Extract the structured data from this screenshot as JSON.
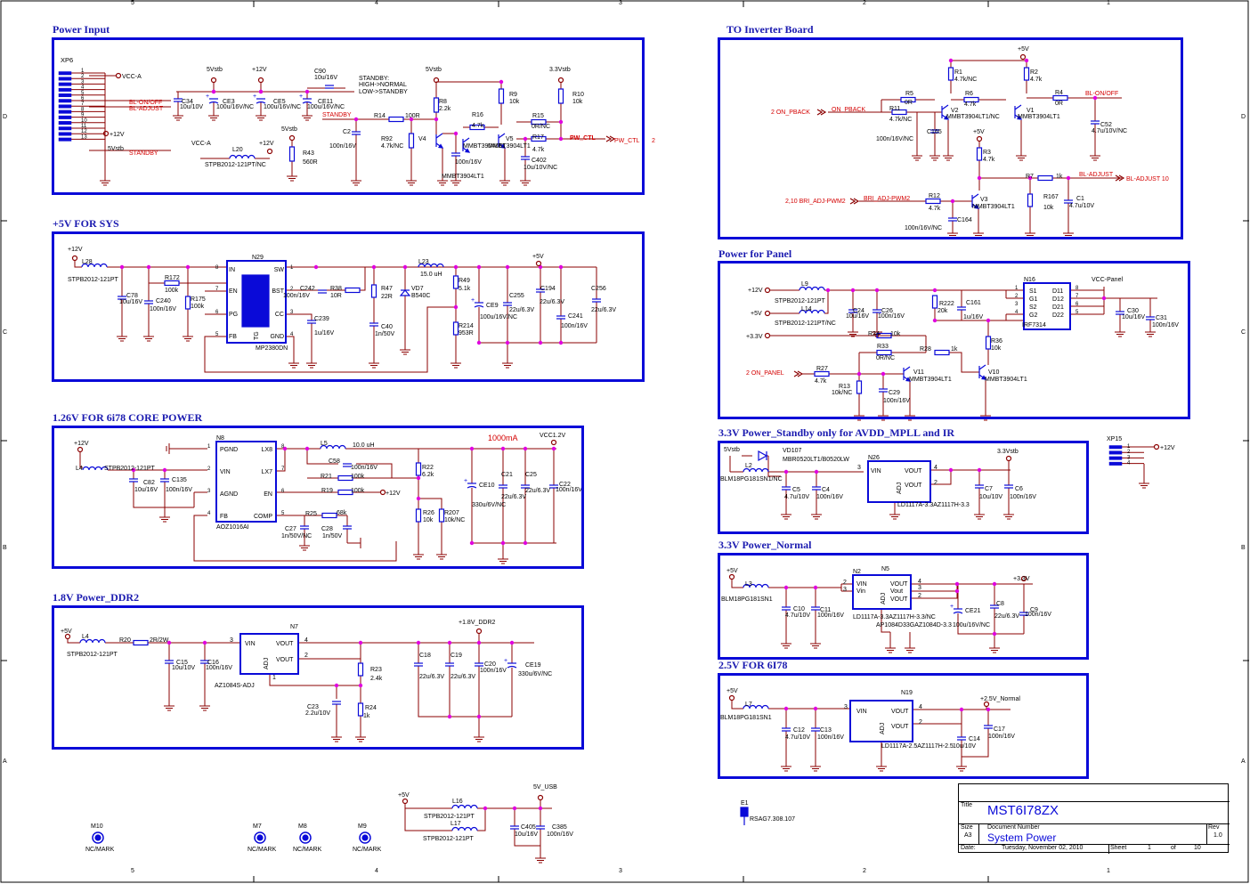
{
  "frame": {
    "col_labels": [
      "5",
      "4",
      "3",
      "2",
      "1"
    ],
    "row_labels": [
      "D",
      "C",
      "B",
      "A"
    ]
  },
  "sections": {
    "power_input": "Power Input",
    "inverter": "TO Inverter Board",
    "sys5v": "+5V FOR SYS",
    "panel": "Power for Panel",
    "core": "1.26V FOR 6i78 CORE POWER",
    "standby33": "3.3V Power_Standby only for AVDD_MPLL and IR",
    "normal33": "3.3V Power_Normal",
    "ddr2": "1.8V Power_DDR2",
    "v25": "2.5V FOR 6I78"
  },
  "power_input": {
    "conn": "XP6",
    "pins": [
      "1",
      "2",
      "3",
      "4",
      "5",
      "6",
      "7",
      "8",
      "9",
      "10",
      "11",
      "12",
      "13"
    ],
    "vcca": "VCC-A",
    "blonoff": "BL-ON/OFF",
    "bladjust": "BL-ADJUST",
    "p12v": "+12V",
    "p5vstb": "5Vstb",
    "standby": "STANDBY",
    "caps": {
      "c34": "C34",
      "c34v": "10u/10V",
      "ce3": "CE3",
      "ce3v": "100u/16V/NC",
      "ce5": "CE5",
      "ce5v": "100u/16V/NC",
      "ce11": "CE11",
      "ce11v": "100u/16V/NC",
      "c90": "C90",
      "c90v": "10u/16V",
      "c2": "C2",
      "c2v": "100n/16V",
      "c3v": "100n/16V",
      "c402": "C402",
      "c402v": "10u/10V/NC"
    },
    "rails": {
      "v5stb": "5Vstb",
      "v12": "+12V",
      "v5stb2": "5Vstb",
      "v33stb": "3.3Vstb",
      "v5stb3": "5Vstb",
      "v12b": "+12V"
    },
    "note": [
      "STANDBY:",
      "HIGH->NORMAL",
      "LOW->STANDBY"
    ],
    "r": {
      "r14": "R14",
      "r14v": "100R",
      "r92": "R92",
      "r92v": "4.7k/NC",
      "r8": "R8",
      "r8v": "2.2k",
      "r9": "R9",
      "r9v": "10k",
      "r10": "R10",
      "r10v": "10k",
      "r16": "R16",
      "r16v": "4.7k",
      "r15": "R15",
      "r15v": "0R/NC",
      "r17": "R17",
      "r17v": "4.7k",
      "r43": "R43",
      "r43v": "560R"
    },
    "q": {
      "v4": "V4",
      "v3": "MMBT3904LT1",
      "v5": "V5",
      "v5p": "MMBT3904LT1",
      "q": "MMBT3904LT1"
    },
    "l20": "L20",
    "l20v": "STPB2012-121PT/NC",
    "vcca2": "VCC-A",
    "pwctl": "PW_CTL",
    "pwctl2": "PW_CTL",
    "num2": "2"
  },
  "inverter": {
    "v5": "+5V",
    "r1": "R1",
    "r1v": "4.7k/NC",
    "r2": "R2",
    "r2v": "4.7k",
    "r5": "R5",
    "r5v": "0R",
    "r6": "R6",
    "r6v": "4.7k",
    "r4": "R4",
    "r4v": "0R",
    "r11": "R11",
    "r11v": "4.7k/NC",
    "v2": "V2",
    "v2p": "MMBT3904LT1/NC",
    "v1": "V1",
    "v1p": "MMBT3904LT1",
    "c165": "C165",
    "c165v": "100n/16V/NC",
    "c52": "C52",
    "c52v": "4.7u/10V/NC",
    "onpback": "ON_PBACK",
    "onpback2": "2  ON_PBACK",
    "blonoff": "BL-ON/OFF",
    "v5b": "+5V",
    "r3": "R3",
    "r3v": "4.7k",
    "r7": "R7",
    "r7v": "1k",
    "bladj": "BL-ADJUST",
    "bladj2": "BL-ADJUST  10",
    "r12": "R12",
    "r12v": "4.7k",
    "v3": "V3",
    "v3p": "MMBT3904LT1",
    "r167": "R167",
    "r167v": "10k",
    "c1": "C1",
    "c1v": "4.7u/10V",
    "c164": "C164",
    "c164v": "100n/16V/NC",
    "bri": "BRI_ADJ-PWM2",
    "bri2": "2,10  BRI_ADJ-PWM2"
  },
  "sys5v": {
    "v12": "+12V",
    "l28": "L28",
    "l28v": "STPB2012-121PT",
    "r172": "R172",
    "r172v": "100k",
    "r175": "R175",
    "r175v": "100k",
    "c78": "C78",
    "c78v": "10u/16V",
    "c240": "C240",
    "c240v": "100n/16V",
    "n29": "N29",
    "n29p": "MP2380DN",
    "pins_l": [
      "IN",
      "EN",
      "PG",
      "FB"
    ],
    "pins_r": [
      "SW",
      "BST",
      "CC",
      "GND"
    ],
    "pn_l": [
      "8",
      "7",
      "6",
      "5"
    ],
    "pn_r": [
      "1",
      "2",
      "3",
      "4"
    ],
    "tg": "TG",
    "c242": "C242",
    "c242v": "100n/16V",
    "r38": "R38",
    "r38v": "10R",
    "c239": "C239",
    "c239v": "1u/16V",
    "r47": "R47",
    "r47v": "22R",
    "c40": "C40",
    "c40v": "1n/50V",
    "vd7": "VD7",
    "vd7v": "B540C",
    "l23": "L23",
    "l23v": "15.0 uH",
    "r49": "R49",
    "r49v": "5.1k",
    "r214": "R214",
    "r214v": "953R",
    "ce9": "CE9",
    "ce9v": "100u/16V/NC",
    "c255": "C255",
    "c255v": "22u/6.3V",
    "c194": "C194",
    "c194v": "22u/6.3V",
    "c241": "C241",
    "c241v": "100n/16V",
    "c256": "C256",
    "c256v": "22u/6.3V",
    "v5": "+5V"
  },
  "panel": {
    "v12": "+12V",
    "v5": "+5V",
    "v33": "+3.3V",
    "l9": "L9",
    "l9v": "STPB2012-121PT",
    "l14": "L14",
    "l14v": "STPB2012-121PT/NC",
    "c24": "C24",
    "c24v": "10u/16V",
    "c26": "C26",
    "c26v": "100n/16V",
    "r222": "R222",
    "r222v": "20k",
    "c161": "C161",
    "c161v": "1u/16V",
    "n16": "N16",
    "n16p": "IRF7314",
    "pins_l": [
      "S1",
      "G1",
      "S2",
      "G2"
    ],
    "pins_r": [
      "D11",
      "D12",
      "D21",
      "D22"
    ],
    "pn_l": [
      "1",
      "2",
      "3",
      "4"
    ],
    "pn_r": [
      "8",
      "7",
      "6",
      "5"
    ],
    "vccpanel": "VCC-Panel",
    "c30": "C30",
    "c30v": "10u/16V",
    "c31": "C31",
    "c31v": "100n/16V",
    "r34": "R34",
    "r34v": "10k",
    "r33": "R33",
    "r33v": "0R/NC",
    "r28": "R28",
    "r28v": "1k",
    "r36": "R36",
    "r36v": "10k",
    "r27": "R27",
    "r27v": "4.7k",
    "r13": "R13",
    "r13v": "10k/NC",
    "c29": "C29",
    "c29v": "100n/16V",
    "v11": "V11",
    "v11p": "MMBT3904LT1",
    "v10": "V10",
    "v10p": "MMBT3904LT1",
    "onpanel": "2  ON_PANEL"
  },
  "core": {
    "v12": "+12V",
    "l4": "L4",
    "l4v": "STPB2012-121PT",
    "c82": "C82",
    "c82v": "10u/16V",
    "c135": "C135",
    "c135v": "100n/16V",
    "n8": "N8",
    "n8p": "AOZ1016AI",
    "pins_l": [
      "PGND",
      "VIN",
      "AGND",
      "FB"
    ],
    "pins_r": [
      "LX8",
      "LX7",
      "EN",
      "COMP"
    ],
    "pn_l": [
      "1",
      "2",
      "3",
      "4"
    ],
    "pn_r": [
      "8",
      "7",
      "6",
      "5"
    ],
    "l5": "L5",
    "l5v": "10.0 uH",
    "c58": "C58",
    "c58v": "100n/16V",
    "r21": "R21",
    "r21v": "100k",
    "r19": "R19",
    "r19v": "100k",
    "v12b": "+12V",
    "r25": "R25",
    "r25v": "68k",
    "c27": "C27",
    "c27v": "1n/50V/NC",
    "c28": "C28",
    "c28v": "1n/50V",
    "r22": "R22",
    "r22v": "6.2k",
    "r26": "R26",
    "r26v": "10k",
    "r207": "R207",
    "r207v": "10k/NC",
    "current": "1000mA",
    "vcc": "VCC1.2V",
    "ce10": "CE10",
    "ce10v": "330u/6V/NC",
    "c21": "C21",
    "c21v": "22u/6.3V",
    "c25": "C25",
    "c25v": "22u/6.3V",
    "c22": "C22",
    "c22v": "100n/16V"
  },
  "ddr2": {
    "v5": "+5V",
    "l4": "L4",
    "l4v": "STPB2012-121PT",
    "r20": "R20",
    "r20v": "2R/2W",
    "c15": "C15",
    "c15v": "10u/10V",
    "c16": "C16",
    "c16v": "100n/16V",
    "n7": "N7",
    "n7p": "AZ1084S-ADJ",
    "vin": "VIN",
    "vout": "VOUT",
    "vout2": "VOUT",
    "adj": "ADJ",
    "p3": "3",
    "p4": "4",
    "p2": "2",
    "p1": "1",
    "r23": "R23",
    "r23v": "2.4k",
    "r24": "R24",
    "r24v": "1k",
    "c23": "C23",
    "c23v": "2.2u/10V",
    "v18": "+1.8V_DDR2",
    "c18": "C18",
    "c18v": "22u/6.3V",
    "c19": "C19",
    "c19v": "22u/6.3V",
    "c20": "C20",
    "c20v": "100n/16V",
    "ce19": "CE19",
    "ce19v": "330u/6V/NC"
  },
  "standby33": {
    "v5stb": "5Vstb",
    "vd107": "VD107",
    "vd107v": "MBR0520LT1/B0520LW",
    "l2": "L2",
    "l2v": "BLM18PG181SN1/NC",
    "c5": "C5",
    "c5v": "4.7u/10V",
    "c4": "C4",
    "c4v": "100n/16V",
    "n26": "N26",
    "n26p": "LD1117A-3.3AZ1117H-3.3",
    "vin": "VIN",
    "vout": "VOUT",
    "vout2": "VOUT",
    "adj": "ADJ",
    "p3": "3",
    "p4": "4",
    "p2": "2",
    "v33": "3.3Vstb",
    "c7": "C7",
    "c7v": "10u/10V",
    "c6": "C6",
    "c6v": "100n/16V"
  },
  "normal33": {
    "v5": "+5V",
    "l3": "L3",
    "l3v": "BLM18PG181SN1",
    "c10": "C10",
    "c10v": "4.7u/10V",
    "c11": "C11",
    "c11v": "100n/16V",
    "n2": "N2",
    "n5": "N5",
    "vin": "VIN",
    "vin2": "Vin",
    "vout": "VOUT",
    "vout2": "Vout",
    "vout3": "VOUT",
    "adj": "ADJ",
    "p2": "2",
    "p3": "3",
    "p4": "4",
    "p3b": "3",
    "p2b": "2",
    "n5p1": "LD1117A-3.3AZ1117H-3.3/NC",
    "n5p2": "AP1084D33GAZ1084D-3.3",
    "v33": "+3.3V",
    "ce21": "CE21",
    "ce21v": "100u/16V/NC",
    "c8": "C8",
    "c8v": "22u/6.3V",
    "c9": "C9",
    "c9v": "100n/16V"
  },
  "v25": {
    "v5": "+5V",
    "l7": "L7",
    "l7v": "BLM18PG181SN1",
    "c12": "C12",
    "c12v": "4.7u/10V",
    "c13": "C13",
    "c13v": "100n/16V",
    "n19": "N19",
    "n19p": "LD1117A-2.5AZ1117H-2.5",
    "vin": "VIN",
    "vout": "VOUT",
    "vout2": "VOUT",
    "adj": "ADJ",
    "p3": "3",
    "p4": "4",
    "p2": "2",
    "v25": "+2.5V_Normal",
    "c17": "C17",
    "c17v": "100n/16V",
    "c14": "C14",
    "c14v": "10u/10V"
  },
  "usb": {
    "v5": "+5V",
    "v5usb": "5V_USB",
    "l16": "L16",
    "l16v": "STPB2012-121PT",
    "l17": "L17",
    "l17v": "STPB2012-121PT",
    "c405": "C405",
    "c405v": "10u/16V",
    "c385": "C385",
    "c385v": "100n/16V"
  },
  "xp15": {
    "name": "XP15",
    "v12": "+12V",
    "pins": [
      "1",
      "2",
      "3",
      "4"
    ]
  },
  "marks": [
    {
      "name": "M10",
      "v": "NC/MARK"
    },
    {
      "name": "M7",
      "v": "NC/MARK"
    },
    {
      "name": "M8",
      "v": "NC/MARK"
    },
    {
      "name": "M9",
      "v": "NC/MARK"
    }
  ],
  "e1": {
    "name": "E1",
    "v": "RSAG7.308.107"
  },
  "title_block": {
    "title_label": "Title",
    "title": "MST6I78ZX",
    "size_label": "Size",
    "size": "A3",
    "docnum_label": "Document Number",
    "doc": "System Power",
    "rev_label": "Rev",
    "rev": "1.0",
    "date_label": "Date:",
    "date": "Tuesday, November 02, 2010",
    "sheet_label": "Sheet",
    "sheet": "1",
    "of_label": "of",
    "of": "10"
  }
}
